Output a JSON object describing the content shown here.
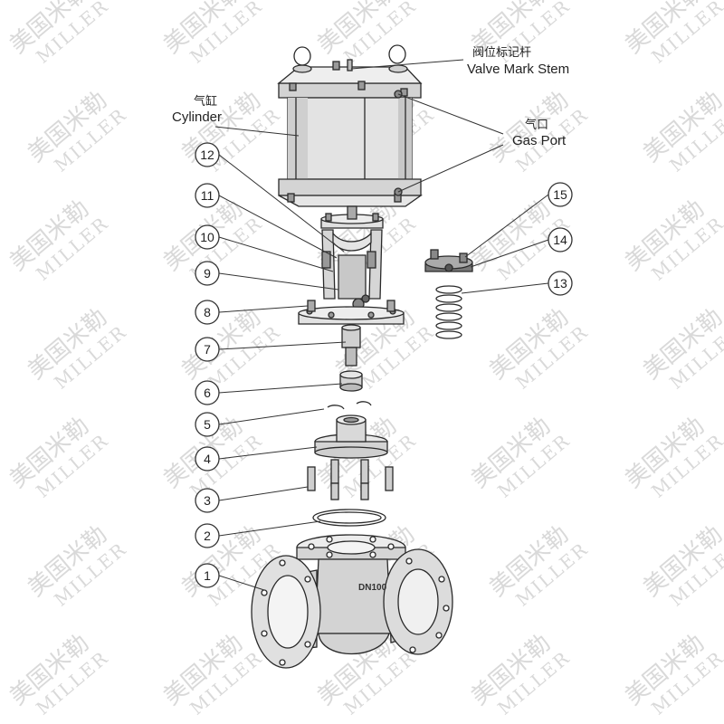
{
  "watermark": {
    "cn": "美国米勒",
    "en": "MILLER"
  },
  "callouts": {
    "valve_mark_stem_cn": "阀位标记杆",
    "valve_mark_stem_en": "Valve Mark Stem",
    "cylinder_cn": "气缸",
    "cylinder_en": "Cylinder",
    "gas_port_cn": "气口",
    "gas_port_en": "Gas Port"
  },
  "body_marking": "DN100",
  "part_numbers": [
    "1",
    "2",
    "3",
    "4",
    "5",
    "6",
    "7",
    "8",
    "9",
    "10",
    "11",
    "12",
    "13",
    "14",
    "15"
  ]
}
